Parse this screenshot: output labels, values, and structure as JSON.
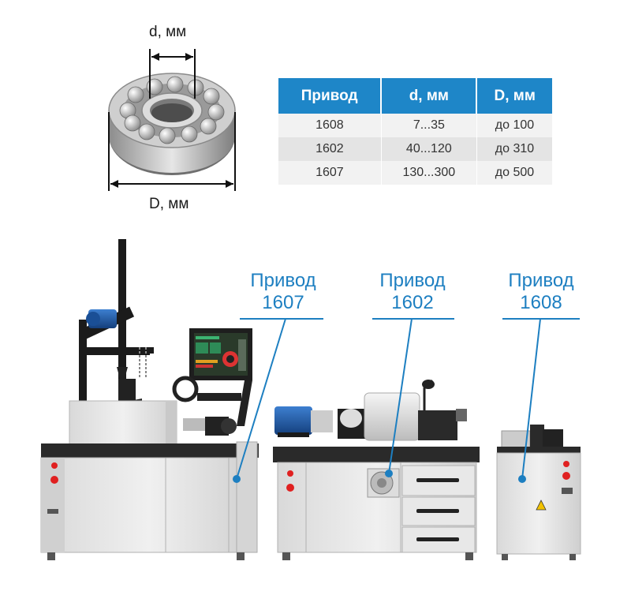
{
  "bearing": {
    "inner_dim_label": "d, мм",
    "outer_dim_label": "D, мм"
  },
  "table": {
    "headers": [
      "Привод",
      "d, мм",
      "D, мм"
    ],
    "rows": [
      [
        "1608",
        "7...35",
        "до 100"
      ],
      [
        "1602",
        "40...120",
        "до 310"
      ],
      [
        "1607",
        "130...300",
        "до 500"
      ]
    ]
  },
  "callouts": [
    {
      "line1": "Привод",
      "line2": "1607"
    },
    {
      "line1": "Привод",
      "line2": "1602"
    },
    {
      "line1": "Привод",
      "line2": "1608"
    }
  ],
  "colors": {
    "accent": "#1e86c8",
    "callout": "#1d7fc1",
    "cabinet": "#e6e6e6",
    "tabletop": "#2a2a2a",
    "motor": "#1f5aa8"
  },
  "icons": [
    "bearing-illustration",
    "machine-1607",
    "machine-1602",
    "machine-1608"
  ]
}
